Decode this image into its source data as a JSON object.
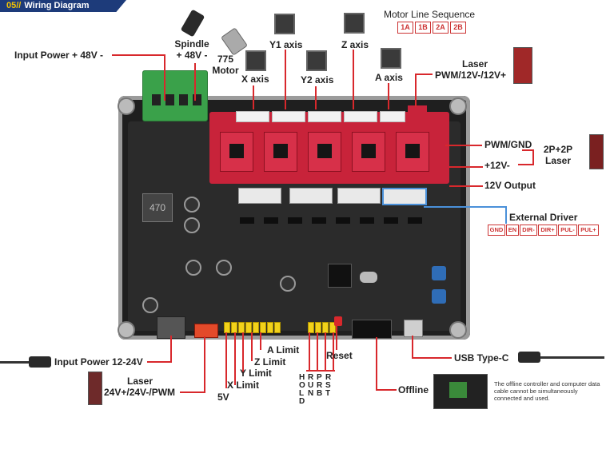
{
  "header": {
    "num": "05//",
    "title": "Wiring Diagram"
  },
  "motor_line_sequence": {
    "title": "Motor Line Sequence",
    "pins": [
      "1A",
      "1B",
      "2A",
      "2B"
    ]
  },
  "labels": {
    "input_power_48": "Input Power + 48V -",
    "spindle": "Spindle",
    "spindle_v": "+ 48V -",
    "motor_775_a": "775",
    "motor_775_b": "Motor",
    "x_axis": "X axis",
    "y1_axis": "Y1 axis",
    "y2_axis": "Y2 axis",
    "z_axis": "Z axis",
    "a_axis": "A axis",
    "laser_top_a": "Laser",
    "laser_top_b": "PWM/12V-/12V+",
    "pwm_gnd": "PWM/GND",
    "plus12v": "+12V-",
    "laser_2p2p_a": "2P+2P",
    "laser_2p2p_b": "Laser",
    "out_12v": "12V Output",
    "external_driver": "External Driver",
    "input_power_1224": "Input Power 12-24V",
    "laser_bottom_a": "Laser",
    "laser_bottom_b": "24V+/24V-/PWM",
    "five_v": "5V",
    "x_limit": "X Limit",
    "y_limit": "Y Limit",
    "z_limit": "Z Limit",
    "a_limit": "A Limit",
    "reset": "Reset",
    "hold": "HOLD",
    "run": "RUN",
    "prb": "PRB",
    "rst": "RST",
    "offline": "Offline",
    "usb": "USB Type-C",
    "inductor": "470"
  },
  "external_driver_pins": [
    "GND",
    "EN",
    "DIR-",
    "DIR+",
    "PUL-",
    "PUL+"
  ],
  "offline_note": "The offline controller and computer data cable cannot be simultaneously connected and used.",
  "colors": {
    "accent": "#d8282c",
    "header_bg": "#1d3b7a",
    "terminal_green": "#3aa14a",
    "pcb_red": "#c8233a"
  }
}
